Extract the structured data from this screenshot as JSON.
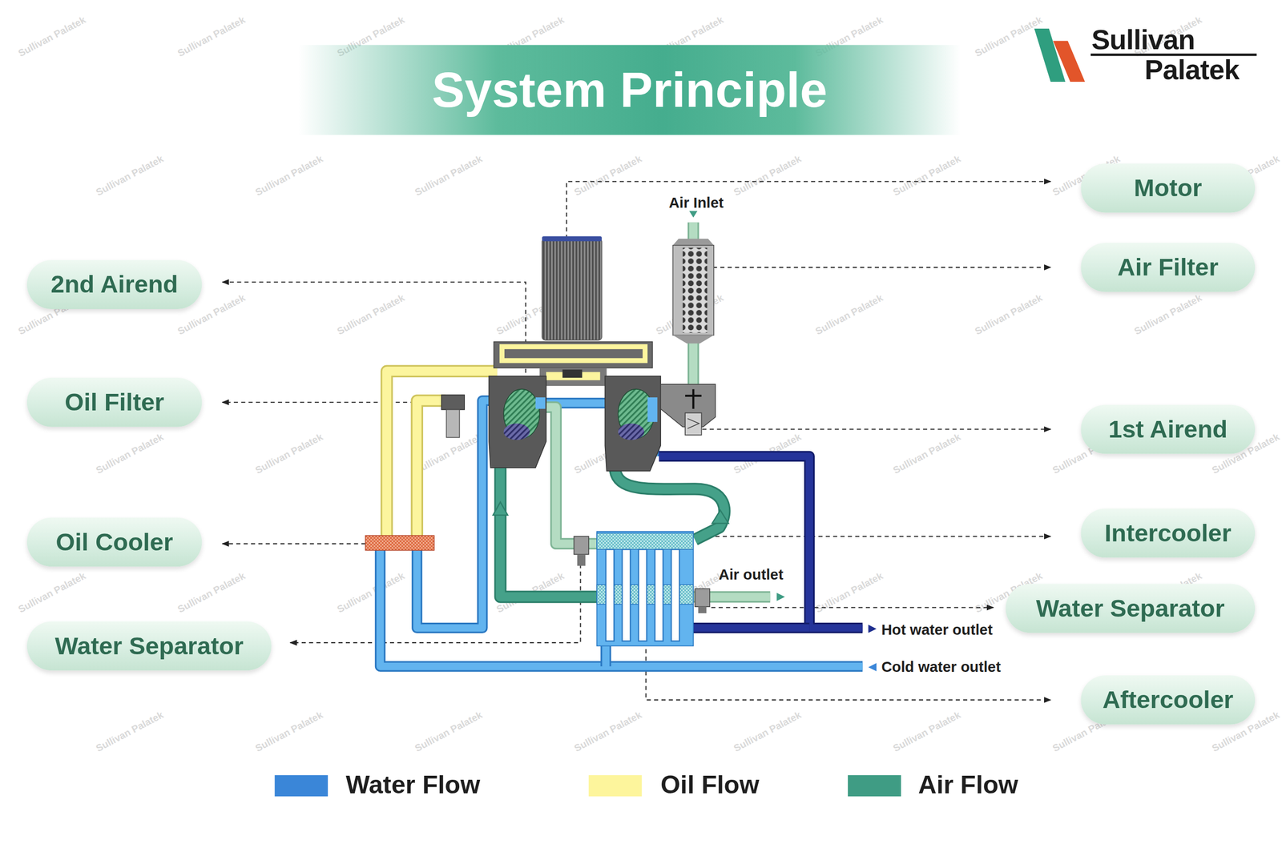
{
  "diagram": {
    "title": "System Principle",
    "nodes": [
      {
        "text": [
          "Motor"
        ]
      },
      {
        "text": [
          "Air Filter"
        ]
      },
      {
        "text": [
          "2nd Airend"
        ]
      },
      {
        "text": [
          "Oil Filter"
        ]
      },
      {
        "text": [
          "1st Airend"
        ]
      },
      {
        "text": [
          "Intercooler"
        ]
      },
      {
        "text": [
          "Oil Cooler"
        ]
      },
      {
        "text": [
          "Water Separator"
        ]
      },
      {
        "text": [
          "Water Separator"
        ]
      },
      {
        "text": [
          "Aftercooler"
        ]
      }
    ],
    "labels": [
      "Sullivan",
      "Palatek",
      "Air Inlet",
      "Air outlet",
      "Hot water outlet",
      "Cold water outlet",
      "Sullivan Palatek",
      "Sullivan Palatek",
      "Sullivan Palatek",
      "Sullivan Palatek",
      "Sullivan Palatek",
      "Sullivan Palatek",
      "Sullivan Palatek",
      "Sullivan Palatek",
      "Sullivan Palatek",
      "Sullivan Palatek",
      "Sullivan Palatek",
      "Sullivan Palatek",
      "Sullivan Palatek",
      "Sullivan Palatek",
      "Sullivan Palatek",
      "Sullivan Palatek",
      "Sullivan Palatek",
      "Sullivan Palatek",
      "Sullivan Palatek",
      "Sullivan Palatek",
      "Sullivan Palatek",
      "Sullivan Palatek",
      "Sullivan Palatek",
      "Sullivan Palatek",
      "Sullivan Palatek",
      "Sullivan Palatek",
      "Sullivan Palatek",
      "Sullivan Palatek",
      "Sullivan Palatek",
      "Sullivan Palatek",
      "Sullivan Palatek",
      "Sullivan Palatek",
      "Sullivan Palatek",
      "Sullivan Palatek",
      "Sullivan Palatek",
      "Sullivan Palatek",
      "Sullivan Palatek",
      "Sullivan Palatek",
      "Sullivan Palatek",
      "Sullivan Palatek",
      "Sullivan Palatek",
      "Sullivan Palatek",
      "Sullivan Palatek",
      "Sullivan Palatek",
      "Sullivan Palatek",
      "Sullivan Palatek",
      "Sullivan Palatek",
      "Sullivan Palatek"
    ],
    "legend": [
      {
        "text": "Water Flow",
        "color": "#3a86d8"
      },
      {
        "text": "Oil Flow",
        "color": "#fdf59c"
      },
      {
        "text": "Air Flow",
        "color": "#3f9c84"
      }
    ]
  }
}
